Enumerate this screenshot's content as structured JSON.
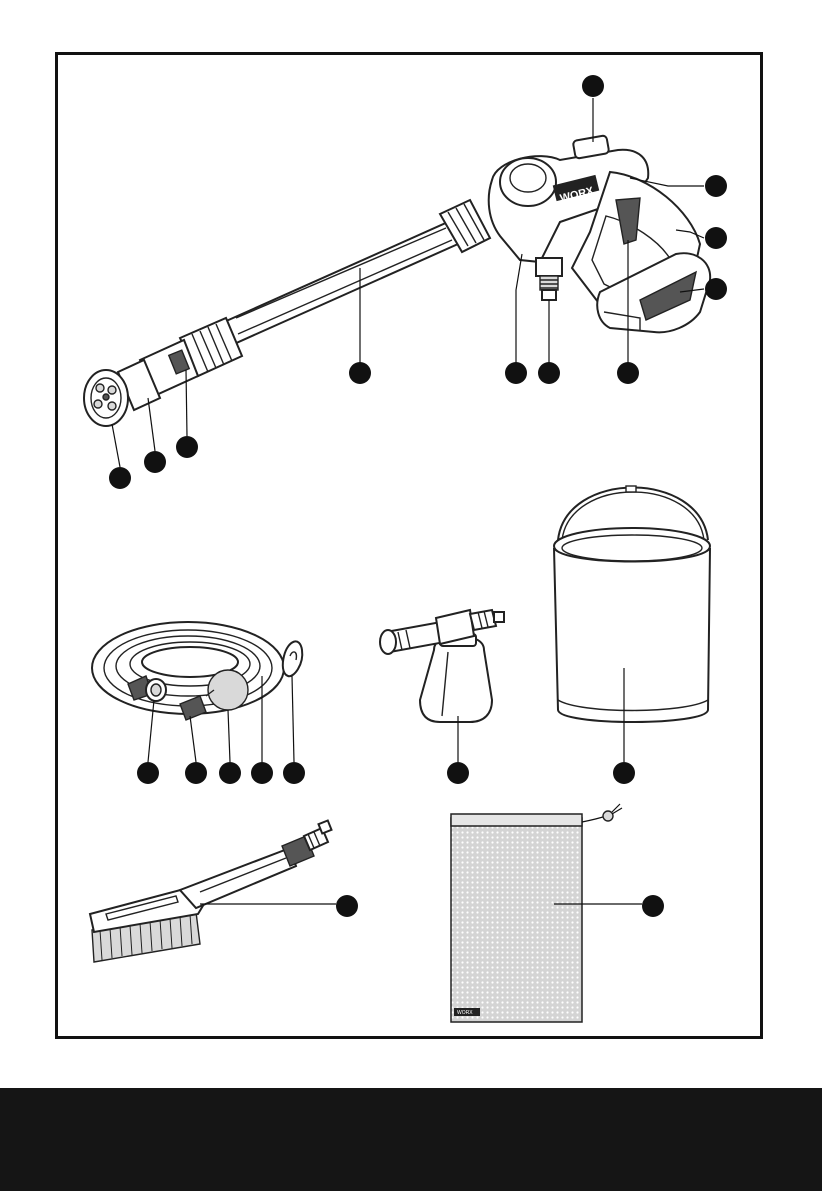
{
  "brand": {
    "logo": "WORX"
  },
  "colors": {
    "ink": "#111111",
    "bar": "#151515",
    "paper": "#ffffff"
  },
  "callouts": [
    {
      "id": "c1"
    },
    {
      "id": "c2"
    },
    {
      "id": "c3"
    },
    {
      "id": "c4"
    },
    {
      "id": "c5"
    },
    {
      "id": "c6"
    },
    {
      "id": "c7"
    },
    {
      "id": "c8"
    },
    {
      "id": "c9"
    },
    {
      "id": "c10"
    },
    {
      "id": "c11"
    },
    {
      "id": "c12"
    },
    {
      "id": "c13"
    },
    {
      "id": "c14"
    },
    {
      "id": "c15"
    },
    {
      "id": "c16"
    },
    {
      "id": "c17"
    },
    {
      "id": "c18"
    },
    {
      "id": "c19"
    },
    {
      "id": "c20"
    },
    {
      "id": "c21"
    },
    {
      "id": "c22"
    }
  ]
}
